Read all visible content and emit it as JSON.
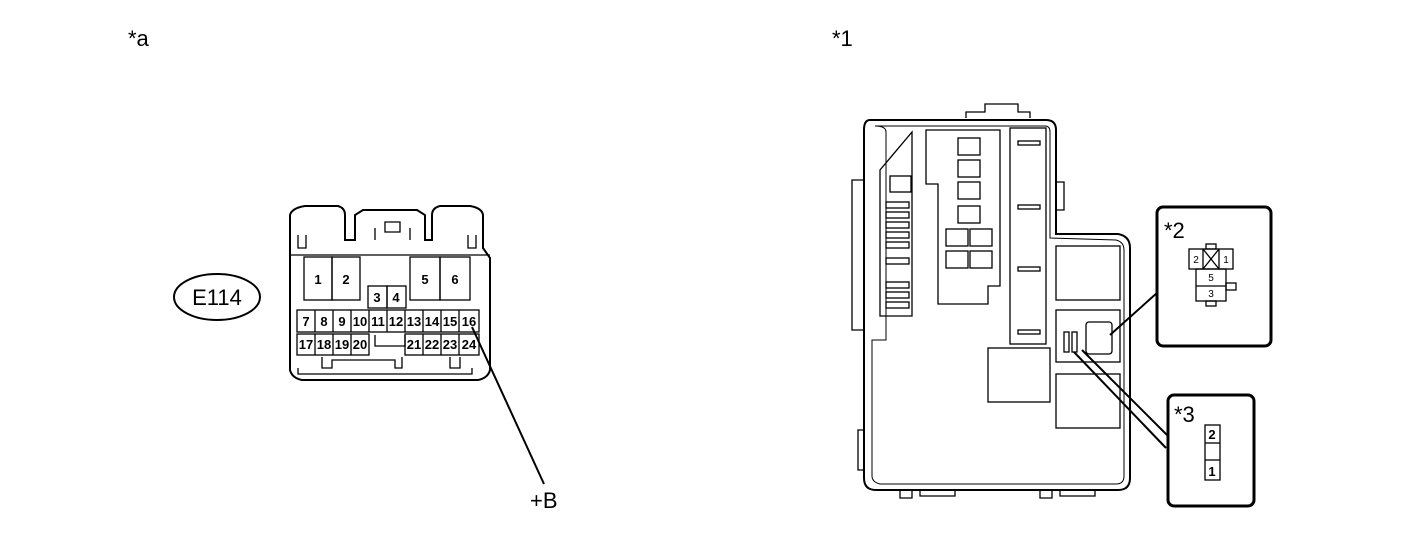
{
  "labels": {
    "left_view": "*a",
    "right_view": "*1",
    "inset_2": "*2",
    "inset_3": "*3",
    "connector_id": "E114",
    "wire": "+B"
  },
  "connector_e114": {
    "top_row": [
      "1",
      "2",
      "3",
      "4",
      "5",
      "6"
    ],
    "middle_row": [
      "7",
      "8",
      "9",
      "10",
      "11",
      "12",
      "13",
      "14",
      "15",
      "16"
    ],
    "bottom_row": [
      "17",
      "18",
      "19",
      "20",
      "21",
      "22",
      "23",
      "24"
    ]
  },
  "connector_2": {
    "pins": [
      "2",
      "1",
      "5",
      "3"
    ]
  },
  "connector_3": {
    "pins": [
      "2",
      "1"
    ]
  }
}
